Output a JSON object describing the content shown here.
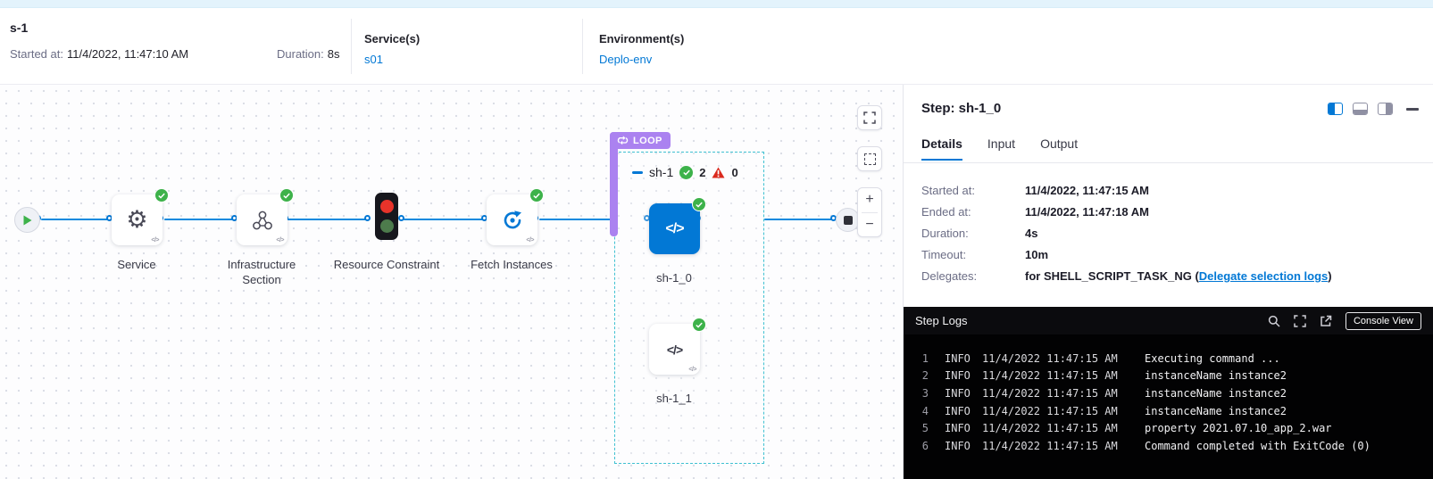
{
  "header": {
    "title": "s-1",
    "started_label": "Started at:",
    "started_value": "11/4/2022, 11:47:10 AM",
    "duration_label": "Duration:",
    "duration_value": "8s",
    "services_label": "Service(s)",
    "services_value": "s01",
    "environments_label": "Environment(s)",
    "environments_value": "Deplo-env"
  },
  "icons": {
    "gear": "⚙︎",
    "code": "</>"
  },
  "canvas": {
    "nodes": {
      "service": "Service",
      "infrastructure": "Infrastructure Section",
      "resource": "Resource Constraint",
      "fetch": "Fetch Instances"
    },
    "loop": {
      "badge": "LOOP",
      "name": "sh-1",
      "success_count": "2",
      "failed_count": "0",
      "step0": "sh-1_0",
      "step1": "sh-1_1"
    },
    "controls": {
      "zoom_in": "+",
      "zoom_out": "−"
    }
  },
  "panel": {
    "title": "Step: sh-1_0",
    "tabs": {
      "details": "Details",
      "input": "Input",
      "output": "Output"
    },
    "details": {
      "rows": [
        {
          "label": "Started at:",
          "value": "11/4/2022, 11:47:15 AM"
        },
        {
          "label": "Ended at:",
          "value": "11/4/2022, 11:47:18 AM"
        },
        {
          "label": "Duration:",
          "value": "4s"
        },
        {
          "label": "Timeout:",
          "value": "10m"
        }
      ],
      "delegates_label": "Delegates:",
      "delegates_prefix": "for SHELL_SCRIPT_TASK_NG (",
      "delegates_link": "Delegate selection logs",
      "delegates_suffix": ")"
    },
    "logs": {
      "title": "Step Logs",
      "console_button": "Console View",
      "lines": [
        {
          "num": "1",
          "level": "INFO",
          "time": "11/4/2022 11:47:15 AM",
          "message": "Executing command ..."
        },
        {
          "num": "2",
          "level": "INFO",
          "time": "11/4/2022 11:47:15 AM",
          "message": "instanceName instance2"
        },
        {
          "num": "3",
          "level": "INFO",
          "time": "11/4/2022 11:47:15 AM",
          "message": "instanceName instance2"
        },
        {
          "num": "4",
          "level": "INFO",
          "time": "11/4/2022 11:47:15 AM",
          "message": "instanceName instance2"
        },
        {
          "num": "5",
          "level": "INFO",
          "time": "11/4/2022 11:47:15 AM",
          "message": "property 2021.07.10_app_2.war"
        },
        {
          "num": "6",
          "level": "INFO",
          "time": "11/4/2022 11:47:15 AM",
          "message": "Command completed with ExitCode (0)"
        }
      ]
    }
  },
  "colors": {
    "accent_blue": "#0278d5",
    "success_green": "#3db24a",
    "error_red": "#da291d",
    "loop_purple": "#ab82f0"
  }
}
